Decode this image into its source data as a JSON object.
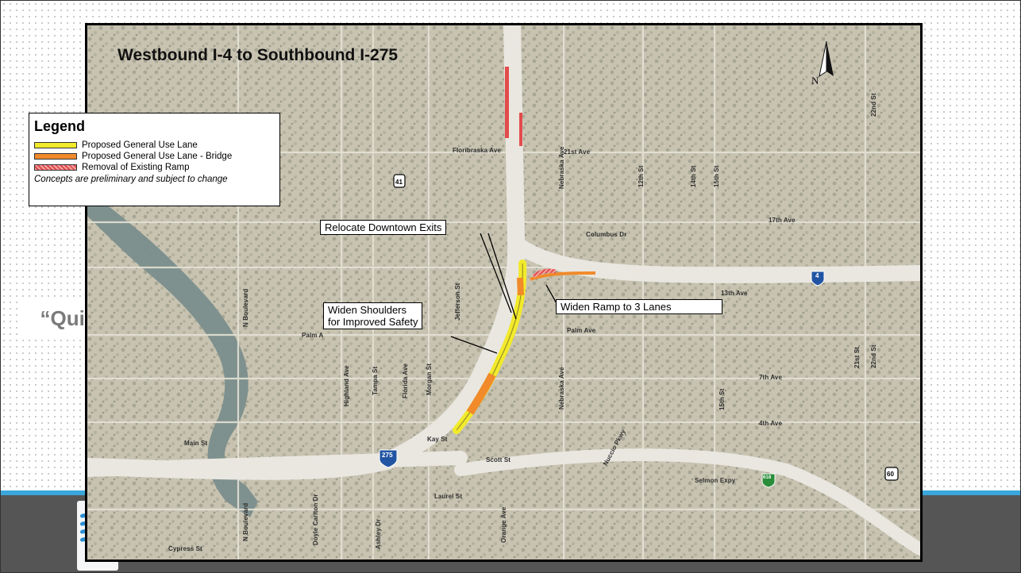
{
  "slide": {
    "quick_fix_label": "“Quick Fix”"
  },
  "map": {
    "title": "Westbound I-4 to Southbound I-275",
    "north_label": "N",
    "legend": {
      "heading": "Legend",
      "items": [
        {
          "label": "Proposed General Use Lane",
          "color": "#f2ea2a"
        },
        {
          "label": "Proposed General Use Lane - Bridge",
          "color": "#f08a2a"
        },
        {
          "label": "Removal of Existing Ramp",
          "color": "#e24b4b"
        }
      ],
      "note": "Concepts are preliminary and subject to change"
    },
    "callouts": {
      "relocate": "Relocate Downtown Exits",
      "widen_ramp": "Widen Ramp to 3 Lanes",
      "widen_shoulders_1": "Widen Shoulders",
      "widen_shoulders_2": "for Improved Safety"
    },
    "shields": {
      "us41": "41",
      "i4": "4",
      "i275": "275",
      "us60": "60",
      "sr618": "618"
    },
    "streets": {
      "floribraska": "Floribraska Ave",
      "ave21": "21st Ave",
      "columbus": "Columbus Dr",
      "ave17": "17th Ave",
      "ave13": "13th Ave",
      "palm_left": "Palm A",
      "palm_right": "Palm Ave",
      "ave7": "7th Ave",
      "ave4": "4th Ave",
      "main": "Main St",
      "kay": "Kay St",
      "scott": "Scott St",
      "laurel": "Laurel St",
      "selmon": "Selmon Expy",
      "cypress": "Cypress St",
      "nebraska_top": "Nebraska Ave",
      "nebraska_bottom": "Nebraska Ave",
      "st12": "12th St",
      "st14": "14th St",
      "st15": "15th St",
      "st15b": "15th St",
      "st22_top": "22nd St",
      "st21": "21st St",
      "st22": "22nd St",
      "jefferson": "Jefferson St",
      "n_boulevard": "N Boulevard",
      "n_boulevard_b": "N Boulevard",
      "highland": "Highland Ave",
      "tampa": "Tampa St",
      "florida": "Florida Ave",
      "morgan": "Morgan St",
      "orange": "Orange Ave",
      "doyle": "Doyle Carlton Dr",
      "ashley": "Ashley Dr",
      "nuccio": "Nuccio Pkwy"
    }
  }
}
